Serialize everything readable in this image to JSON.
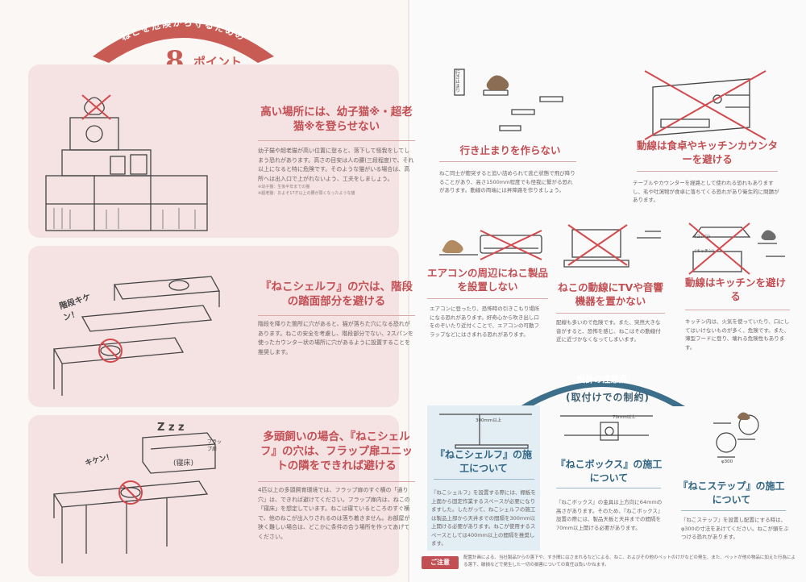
{
  "header": {
    "arch_text": "ねこを危険から守るための",
    "number": "8",
    "points_label": "ポイント"
  },
  "points": [
    {
      "title": "高い場所には、幼子猫※・超老猫※を登らせない",
      "body": "幼子猫や超老猫が高い位置に登ると、落下して怪我をしてしまう恐れがあります。高さの目安は人の腰(三段程度)で、それ以上になると特に危険です。そのような猫がいる場合は、高所へは出入口で上がれないよう、工夫をしましょう。",
      "notes": [
        "※幼子猫：生後半年までの猫",
        "※超老猫：およそ17才以上の腰が弱くなったような猫"
      ],
      "illustration_text": ""
    },
    {
      "title": "『ねこシェルフ』の穴は、階段の踏面部分を避ける",
      "body": "階段を降りた箇所に穴があると、猫が落ちた穴になる恐れがあります。ねこの安全を考慮し、階段部分でない、2スパンを使ったカウンター状の場所に穴があるように設置することを推奨します。",
      "illustration_text": "階段キケン！"
    },
    {
      "title": "多頭飼いの場合、『ねこシェルフ』の穴は、フラップ扉ユニットの隣をできれば避ける",
      "body": "4匹以上の多頭飼育環境では、フラップ扉のすぐ横の「通り穴」は、できれば避けてください。フラップ扉内は、ねこの「寝床」を想定しています。ねこは寝ているところのすぐ横で、他のねこが出入りされるのは落ち着きません。お部屋が狭く難しい場合は、どこかに条件の合う場所を作ってあげてください。",
      "illustration_text": [
        "キケン！",
        "(寝床)",
        "フラップ扉",
        "Z z z"
      ]
    }
  ],
  "right_points": [
    {
      "title": "行き止まりを作らない",
      "body": "ねこ同士が衝突すると追い詰められて逃亡状態で飛び降りることがあり、高さ1500mm程度でも怪我に繋がる恐れがあります。動線の両端には昇降路を作りましょう。",
      "sign": "行き止まり"
    },
    {
      "title": "動線は食卓やキッチンカウンターを避ける",
      "body": "テーブルやカウンターを経路として使われる恐れもありますし、毛や吐瀉物が食卓に落ちてくる恐れがあり衛生的に問題があります。"
    },
    {
      "title": "エアコンの周辺にねこ製品を設置しない",
      "body": "エアコンに登ったり、恐怖時の引きこもり場所になる恐れがあります。好奇心から吹き出し口をのぞいたり近付くことで、エアコンの可動フラップなどにはさまれる恐れがあります。"
    },
    {
      "title": "ねこの動線にTVや音響機器を置かない",
      "body": "配線も多いので危険です。また、突然大きな音がすると、恐怖を感じ、ねこはその動線付近に近づかなくなってしまいます。"
    },
    {
      "title": "動線はキッチンを避ける",
      "body": "キッチン内は、火気を使っていたり、口にしてはいけないものが多く、危険です。また、薄型フードに登り、壊れる危険性もあります。",
      "labels": [
        "(コンロ)",
        "(キッチン)"
      ]
    }
  ],
  "install": {
    "banner": "設計の注意点",
    "subtitle": "(取付けでの制約)",
    "items": [
      {
        "title": "『ねこシェルフ』の施工について",
        "body": "『ねこシェルフ』を設置する際には、棚板を上面から固定作業するスペースが必要になりますした。したがって、ねこシェルフの施工は製品上部から天井までの間隔を300mm以上開ける必要があります。ねこが使用するスペースとしては400mm以上の間隔を推奨します。",
        "dimension": "300mm以上"
      },
      {
        "title": "『ねこボックス』の施工について",
        "body": "『ねこボックス』の金具は上方向に64mmの高さがあります。そのため、『ねこボックス』設置の際には、製品天板と天井までの間隔を70mm以上開ける必要があります。",
        "dimension": "70mm以上"
      },
      {
        "title": "『ねこステップ』の施工について",
        "body": "『ねこステップ』を設置し配置にする時は、φ300の寸法をあけてください。ねこが頭をぶつける恐れがあります。",
        "dimension": "φ300"
      }
    ]
  },
  "caution": {
    "label": "ご注意",
    "text": "配置計画による、当社製品からの落下や、すき間にはさまれるなどによる、ねこ、およびその他のペットのけがなどの発生、また、ペットが他の物品に加えた行為による落下、破損などで発生した一切の損害についての責任は負いかねます。"
  },
  "colors": {
    "accent_red": "#c24f53",
    "panel_pink": "#f5e2e3",
    "accent_blue": "#3e6f8a"
  }
}
